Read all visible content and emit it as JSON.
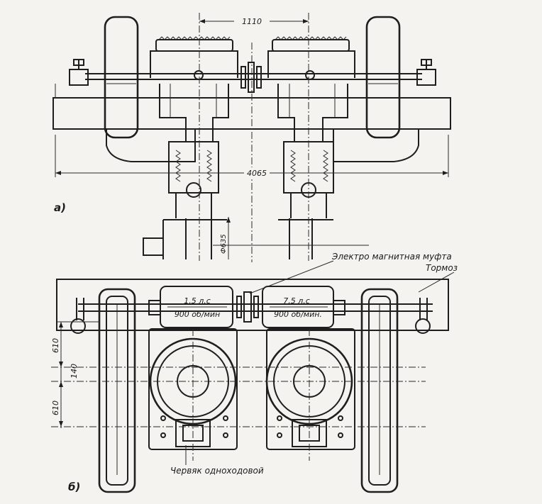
{
  "view_a": {
    "label": "а)",
    "dim_wheel_base": "1110",
    "dim_overall_width": "4065",
    "dim_wheel_diameter": "Ф635"
  },
  "view_b": {
    "label": "б)",
    "motor_left": {
      "power": "1,5 л.с",
      "speed": "900 об/мин"
    },
    "motor_right": {
      "power": "7,5 л.с",
      "speed": "900 об/мин."
    },
    "label_clutch": "Электро магнитная муфта",
    "label_brake": "Тормоз",
    "label_worm": "Червяк одноходовой",
    "dim_left_top": "610",
    "dim_left_mid": "140",
    "dim_left_bottom": "610"
  }
}
